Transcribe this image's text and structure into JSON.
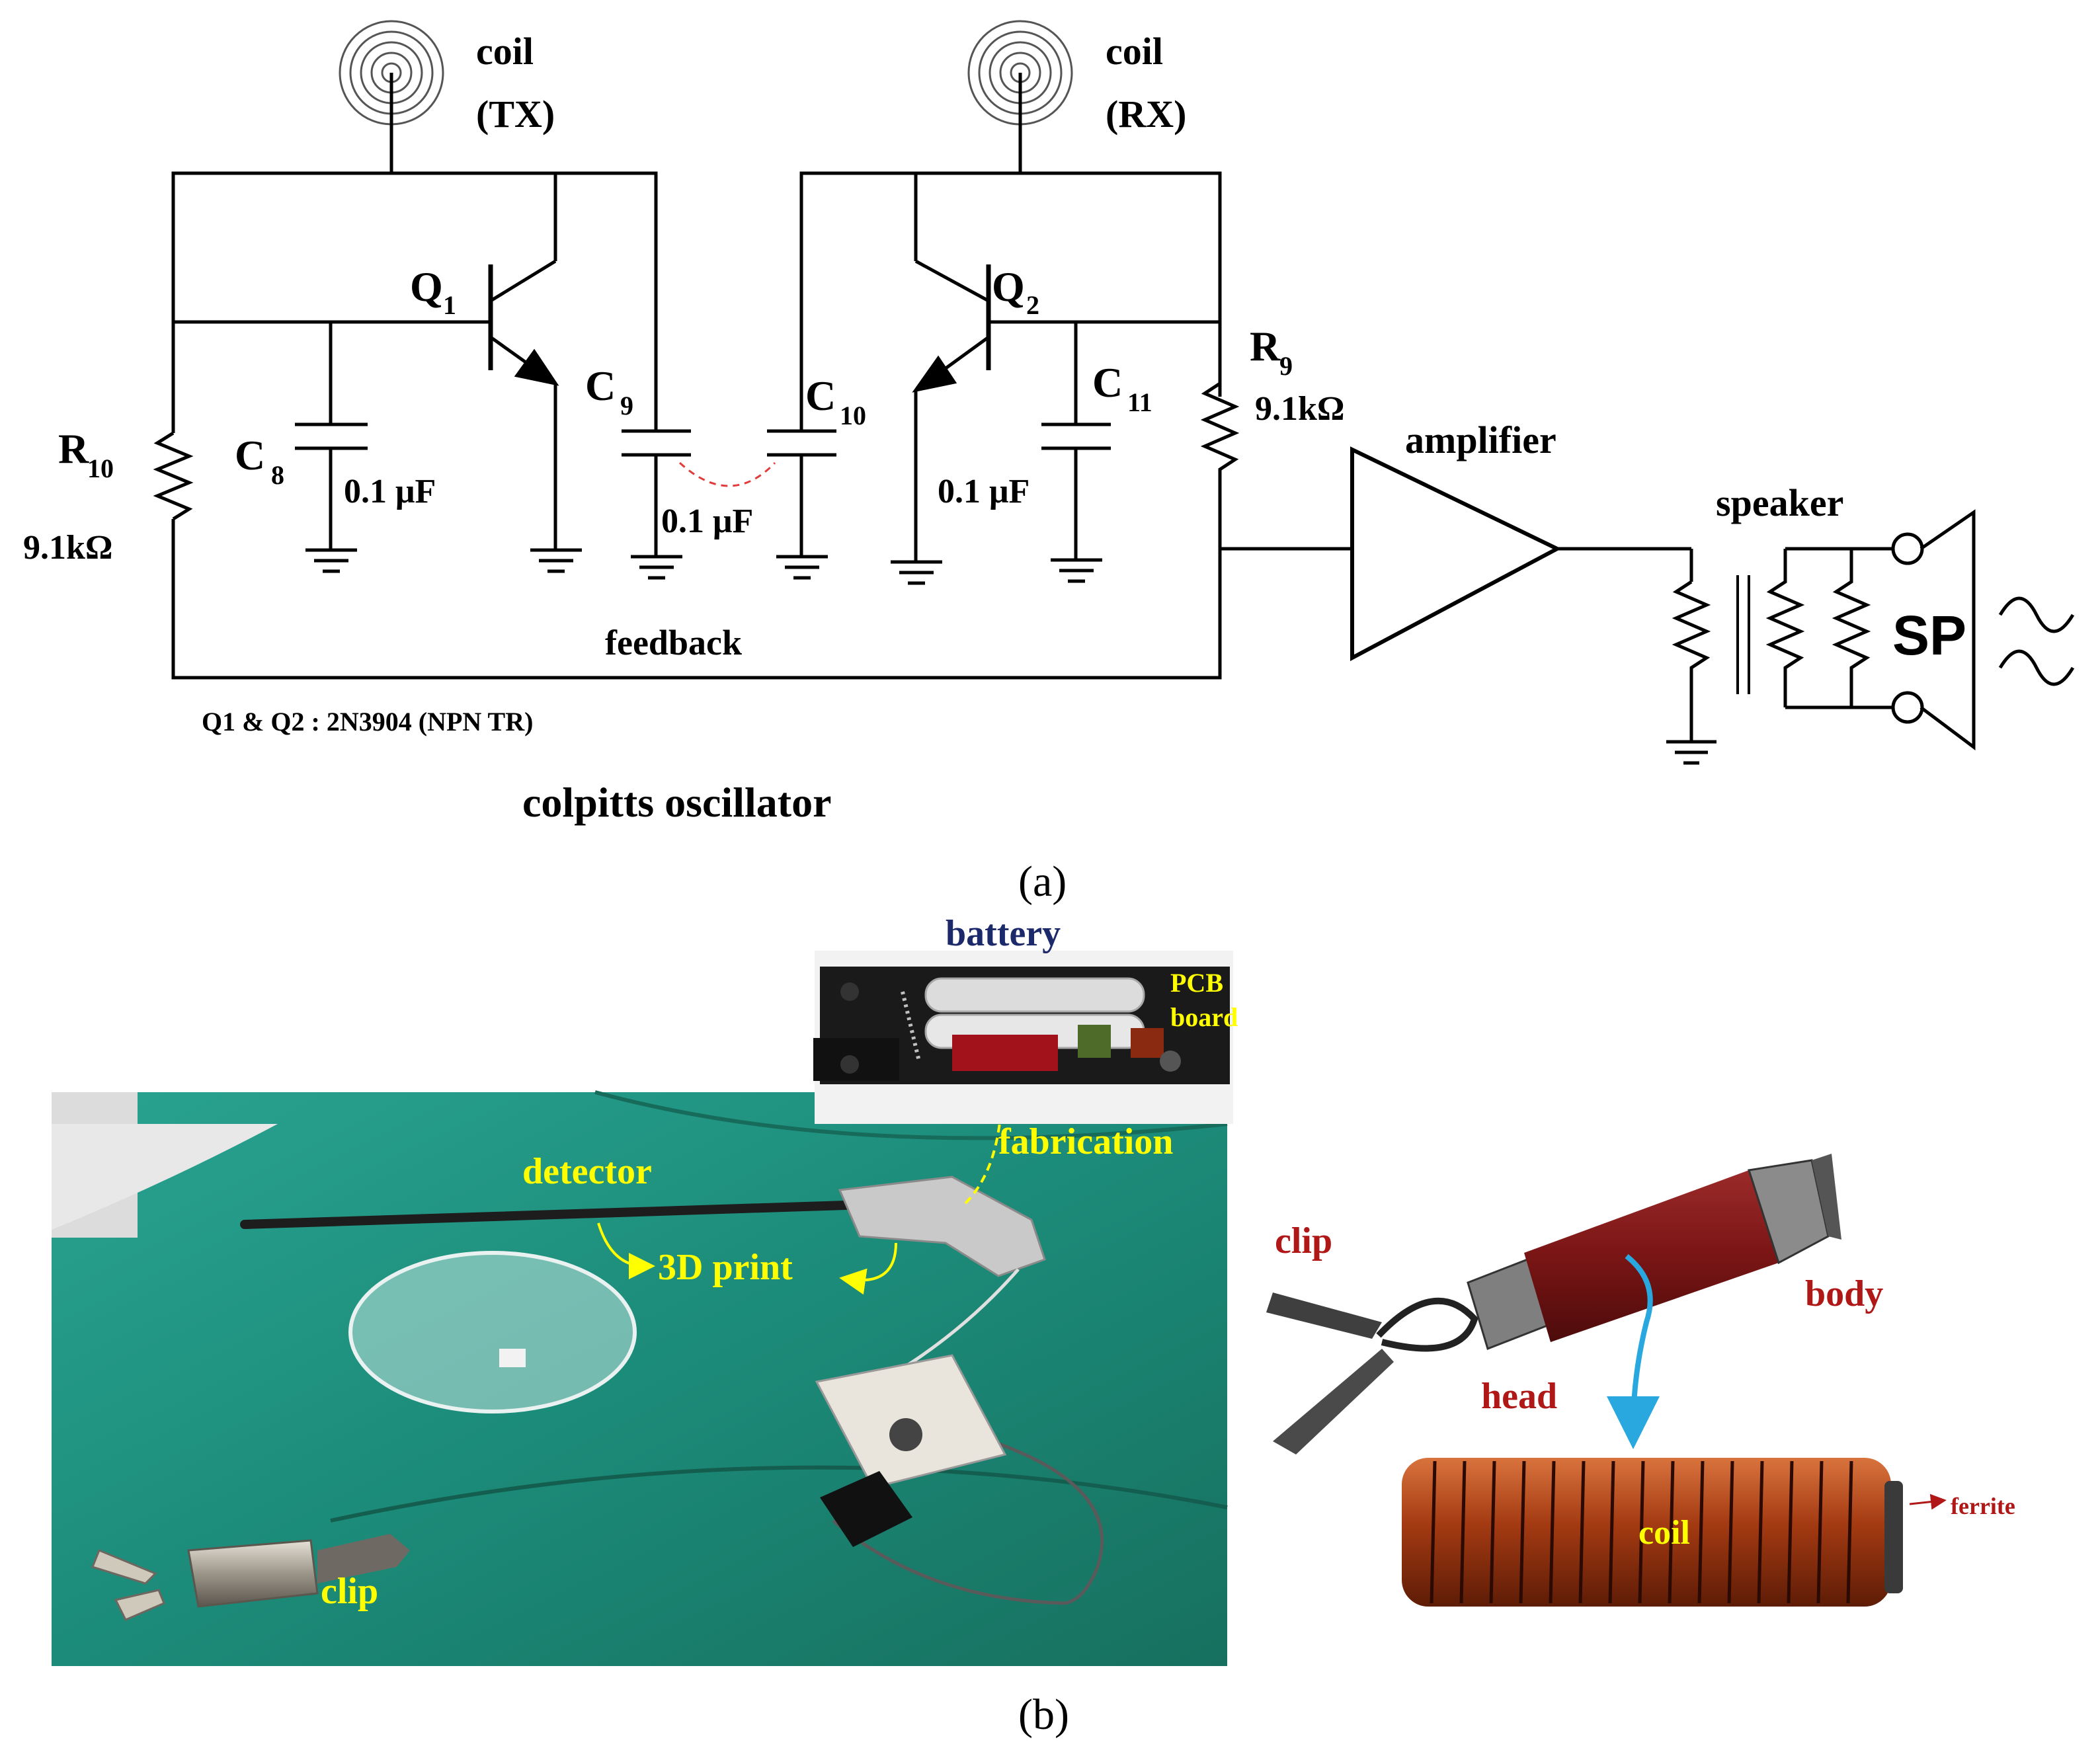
{
  "panel_a": {
    "coil_tx_line1": "coil",
    "coil_tx_line2": "(TX)",
    "coil_rx_line1": "coil",
    "coil_rx_line2": "(RX)",
    "q1_main": "Q",
    "q1_sub": "1",
    "q2_main": "Q",
    "q2_sub": "2",
    "r10_main": "R",
    "r10_sub": "10",
    "r10_value": "9.1kΩ",
    "r9_main": "R",
    "r9_sub": "9",
    "r9_value": "9.1kΩ",
    "c8_main": "C",
    "c8_sub": "8",
    "c8_value": "0.1 μF",
    "c9_main": "C",
    "c9_sub": "9",
    "c10_main": "C",
    "c10_sub": "10",
    "c9c10_value": "0.1 μF",
    "c11_main": "C",
    "c11_sub": "11",
    "c11_value": "0.1 μF",
    "feedback": "feedback",
    "amplifier": "amplifier",
    "speaker": "speaker",
    "sp": "SP",
    "transistor_note": "Q1 & Q2 : 2N3904 (NPN TR)",
    "title": "colpitts oscillator",
    "caption": "(a)"
  },
  "panel_b": {
    "battery": "battery",
    "pcb_line1": "PCB",
    "pcb_line2": "board",
    "fabrication": "fabrication",
    "detector": "detector",
    "print3d": "3D print",
    "clip_photo": "clip",
    "clip_model": "clip",
    "body": "body",
    "head": "head",
    "coil": "coil",
    "ferrite": "ferrite",
    "caption": "(b)"
  },
  "colors": {
    "wire": "#000000",
    "feedback_dashed": "#e23b3b",
    "annotation_yellow": "#ffff00",
    "annotation_red": "#b01818",
    "annotation_navy": "#1c2a6b",
    "drape_green": "#1f8f7e",
    "coil_copper": "#b5461a",
    "arrow_blue": "#29a8e0"
  }
}
